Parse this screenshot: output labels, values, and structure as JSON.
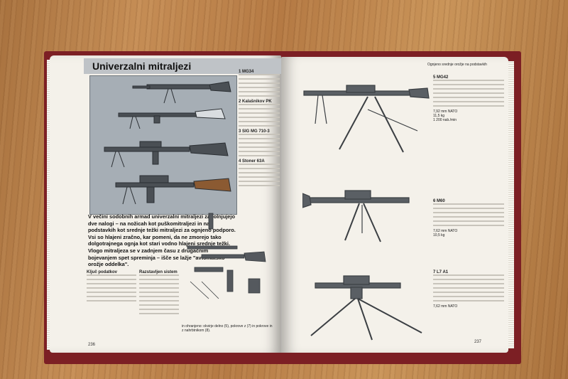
{
  "book": {
    "left_page": {
      "title": "Univerzalni mitraljezi",
      "page_number": "236",
      "intro_text": "V večini sodobnih armad univerzalni mitraljezi zapolnjujejo dve nalogi – na nožicah kot puškomitraljezi in na podstavkih kot srednje težki mitraljezi za ognjeno podporo. Vsi so hlajeni zračno, kar pomeni, da ne zmorejo tako dolgotrajnega ognja kot stari vodno hlajeni srednje težki. Vlogo mitraljeza se v zadnjem času z drugačnim bojevanjem spet spreminja – išče se lažje \"avtomatsko orožje oddelka\".",
      "col1_items": [
        "1 MG34",
        "2 Kalašnikov PK",
        "3 SIG MG 710-3",
        "4 Stoner 63A"
      ],
      "legend_heading": "Ključ podatkov",
      "legend_heading_2": "Razstavljen sistem",
      "bottom_right_text": "in ohranjeno: okvirje delno (5), pokrove z (7) in pokrove in z nahrbtnikom (8)."
    },
    "right_page": {
      "header": "Ognjeno srednje orožje na podstavkih",
      "page_number": "237",
      "items": [
        "5 MG42",
        "6 M60",
        "7 L7 A1"
      ],
      "spec_lines": [
        "7,92 mm NATO",
        "11,5 kg",
        "1 200 nab./min",
        "7,62 mm NATO",
        "10,5 kg",
        "7,62 mm NATO"
      ]
    }
  },
  "colors": {
    "cover": "#7c1f24",
    "paper": "#f4f1ea",
    "plate": "#a6aeb5",
    "wood": "#c08a52"
  }
}
